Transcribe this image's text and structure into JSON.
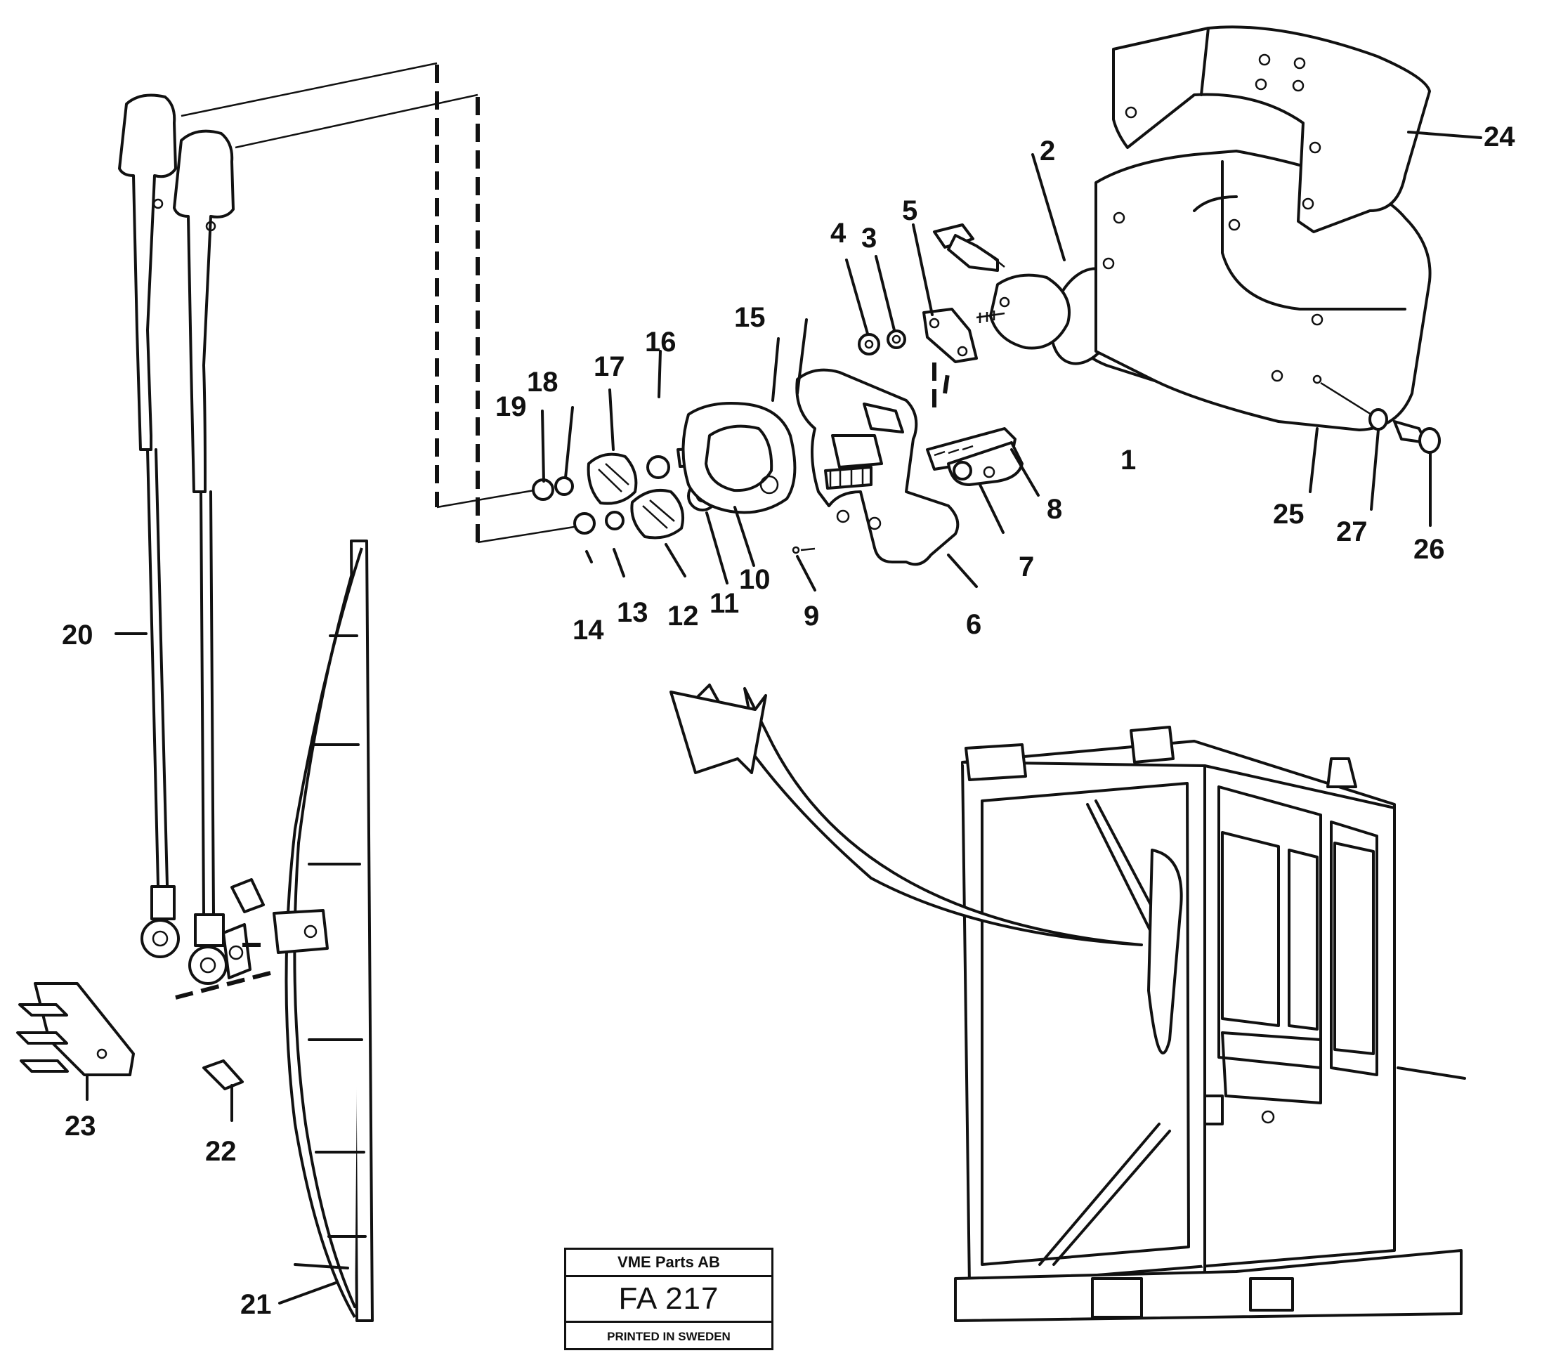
{
  "callouts": [
    {
      "id": "c1",
      "text": "1"
    },
    {
      "id": "c2",
      "text": "2"
    },
    {
      "id": "c3",
      "text": "3"
    },
    {
      "id": "c4",
      "text": "4"
    },
    {
      "id": "c5",
      "text": "5"
    },
    {
      "id": "c6",
      "text": "6"
    },
    {
      "id": "c7",
      "text": "7"
    },
    {
      "id": "c8",
      "text": "8"
    },
    {
      "id": "c9",
      "text": "9"
    },
    {
      "id": "c10",
      "text": "10"
    },
    {
      "id": "c11",
      "text": "11"
    },
    {
      "id": "c12",
      "text": "12"
    },
    {
      "id": "c13",
      "text": "13"
    },
    {
      "id": "c14",
      "text": "14"
    },
    {
      "id": "c15",
      "text": "15"
    },
    {
      "id": "c16",
      "text": "16"
    },
    {
      "id": "c17",
      "text": "17"
    },
    {
      "id": "c18",
      "text": "18"
    },
    {
      "id": "c19",
      "text": "19"
    },
    {
      "id": "c20",
      "text": "20"
    },
    {
      "id": "c21",
      "text": "21"
    },
    {
      "id": "c22",
      "text": "22"
    },
    {
      "id": "c23",
      "text": "23"
    },
    {
      "id": "c24",
      "text": "24"
    },
    {
      "id": "c25",
      "text": "25"
    },
    {
      "id": "c26",
      "text": "26"
    },
    {
      "id": "c27",
      "text": "27"
    }
  ],
  "title_block": {
    "company": "VME Parts AB",
    "drawing_code": "FA 217",
    "printed": "PRINTED IN SWEDEN"
  }
}
